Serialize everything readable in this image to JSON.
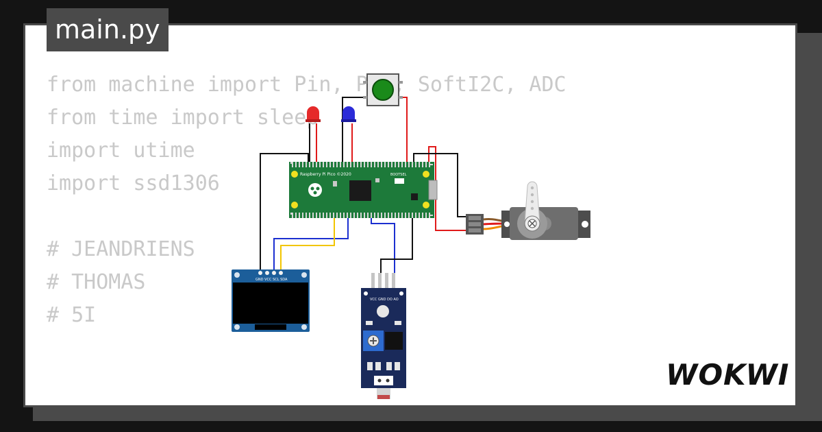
{
  "tab": {
    "title": "main.py"
  },
  "code_lines": [
    "from machine import Pin, PWM, SoftI2C, ADC",
    "from time import sleep",
    "import utime",
    "import ssd1306",
    "",
    "# JEANDRIENS",
    "# THOMAS",
    "# 5I"
  ],
  "board": {
    "label": "Raspberry Pi Pico ©2020",
    "bootsel": "BOOTSEL"
  },
  "oled": {
    "pins": "GND VCC SCL SDA"
  },
  "sensor": {
    "pins": "VCC GND DO AO"
  },
  "brand": {
    "logo": "WOKWI"
  },
  "colors": {
    "card": "#ffffff",
    "frame": "#4a4a4a",
    "code": "#c9c9c9",
    "pico": "#1d7a3a",
    "wire_red": "#e01a1a",
    "wire_blue": "#1b2fd0",
    "wire_yellow": "#f2c500",
    "wire_black": "#111111"
  }
}
